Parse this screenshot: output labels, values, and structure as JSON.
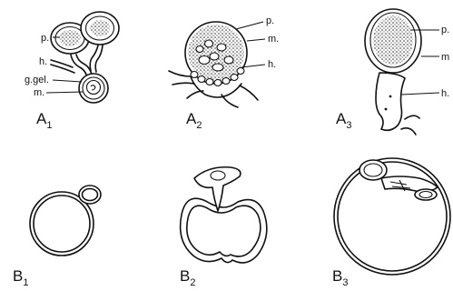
{
  "panels": {
    "a1": {
      "letter": "A",
      "index": "1"
    },
    "a2": {
      "letter": "A",
      "index": "2"
    },
    "a3": {
      "letter": "A",
      "index": "3"
    },
    "b1": {
      "letter": "B",
      "index": "1"
    },
    "b2": {
      "letter": "B",
      "index": "2"
    },
    "b3": {
      "letter": "B",
      "index": "3"
    }
  },
  "annotations": {
    "a1": {
      "p": "p.",
      "h": "h.",
      "g_gel": "g.gel.",
      "m": "m."
    },
    "a2": {
      "p": "p.",
      "m": "m.",
      "h": "h."
    },
    "a3": {
      "p": "p.",
      "m": "m",
      "h": "h."
    }
  }
}
